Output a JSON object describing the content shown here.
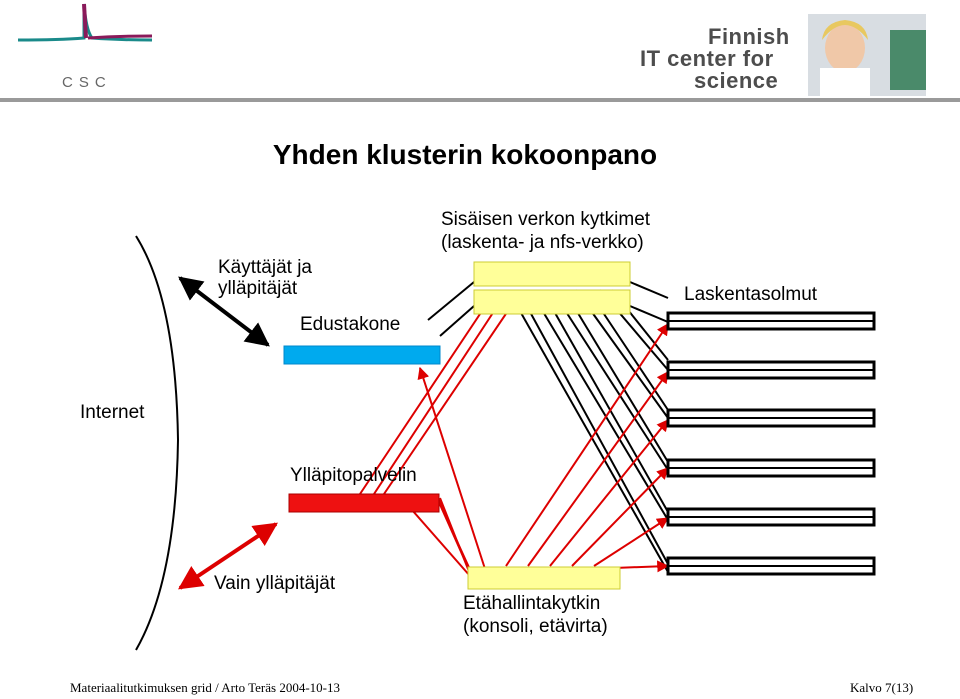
{
  "header": {
    "logo_text": "CSC",
    "org_lines": [
      "Finnish",
      "IT center for",
      "science"
    ],
    "photo": "person-photo",
    "colors": {
      "teal": "#1a8a8a",
      "magenta": "#8a1a5a",
      "rule": "#9a9a9a"
    }
  },
  "title": "Yhden klusterin kokoonpano",
  "labels": {
    "switches": [
      "Sisäisen verkon kytkimet",
      "(laskenta- ja nfs-verkko)"
    ],
    "users": [
      "Käyttäjät ja",
      "ylläpitäjät"
    ],
    "frontend": "Edustakone",
    "compute_nodes": "Laskentasolmut",
    "internet": "Internet",
    "admin_server": "Ylläpitopalvelin",
    "admins_only": "Vain ylläpitäjät",
    "remote_mgmt": [
      "Etähallintakytkin",
      "(konsoli, etävirta)"
    ]
  },
  "colors": {
    "frontend": "#00aaee",
    "admin_server": "#ee1111",
    "switch": "#ffff99",
    "switch_border": "#cccc33",
    "red_line": "#dd0000",
    "black_line": "#000000"
  },
  "footer": {
    "left": "Materiaalitutkimuksen grid / Arto Teräs 2004-10-13",
    "right": "Kalvo 7(13)"
  }
}
